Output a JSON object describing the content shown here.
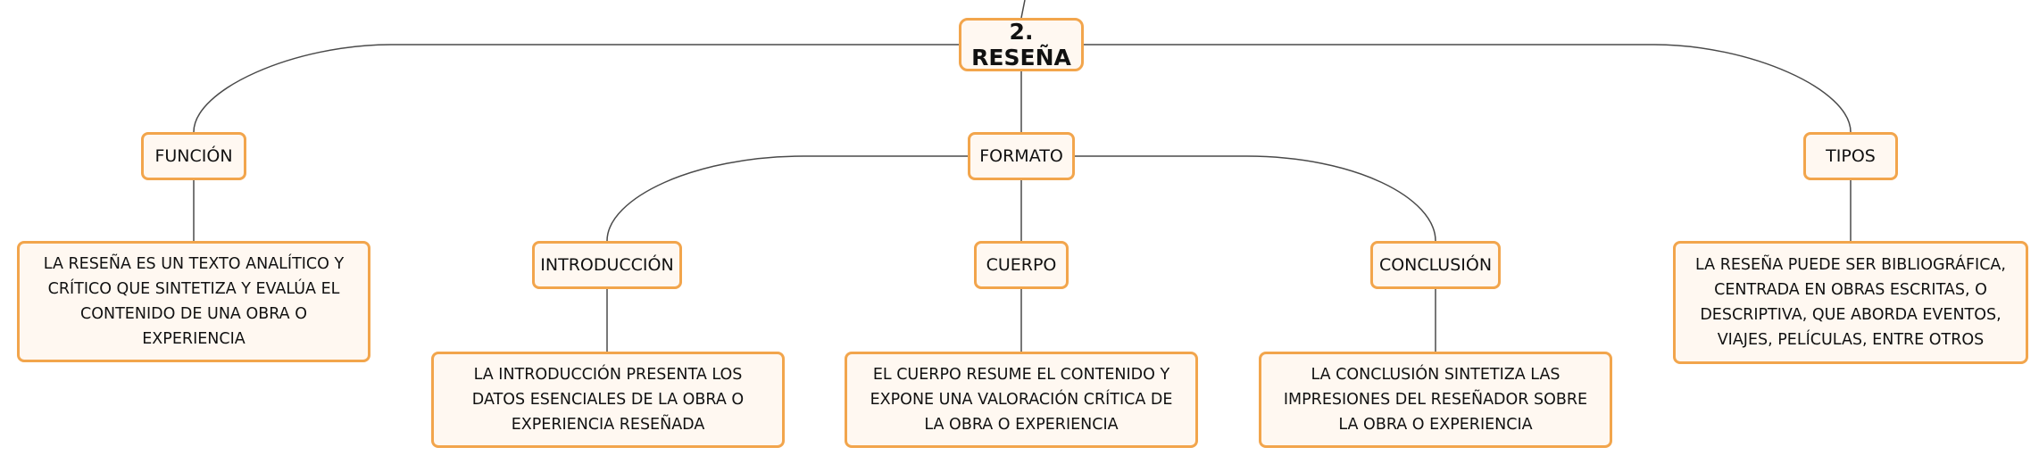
{
  "colors": {
    "border": "#f2a54c",
    "fill": "#fff8f1",
    "line": "#4a4a4a"
  },
  "root": {
    "label": "2. RESEÑA"
  },
  "funcion": {
    "label": "FUNCIÓN",
    "desc": "LA RESEÑA ES UN TEXTO ANALÍTICO Y CRÍTICO QUE SINTETIZA Y EVALÚA EL CONTENIDO DE UNA OBRA O EXPERIENCIA"
  },
  "formato": {
    "label": "FORMATO",
    "introduccion": {
      "label": "INTRODUCCIÓN",
      "desc": "LA INTRODUCCIÓN PRESENTA LOS DATOS ESENCIALES DE LA OBRA O EXPERIENCIA RESEÑADA"
    },
    "cuerpo": {
      "label": "CUERPO",
      "desc": "EL CUERPO RESUME EL CONTENIDO Y EXPONE UNA VALORACIÓN CRÍTICA DE LA OBRA O EXPERIENCIA"
    },
    "conclusion": {
      "label": "CONCLUSIÓN",
      "desc": "LA CONCLUSIÓN SINTETIZA LAS IMPRESIONES DEL RESEÑADOR SOBRE LA OBRA O EXPERIENCIA"
    }
  },
  "tipos": {
    "label": "TIPOS",
    "desc": "LA RESEÑA PUEDE SER BIBLIOGRÁFICA, CENTRADA EN OBRAS ESCRITAS, O DESCRIPTIVA, QUE ABORDA EVENTOS, VIAJES, PELÍCULAS, ENTRE OTROS"
  }
}
